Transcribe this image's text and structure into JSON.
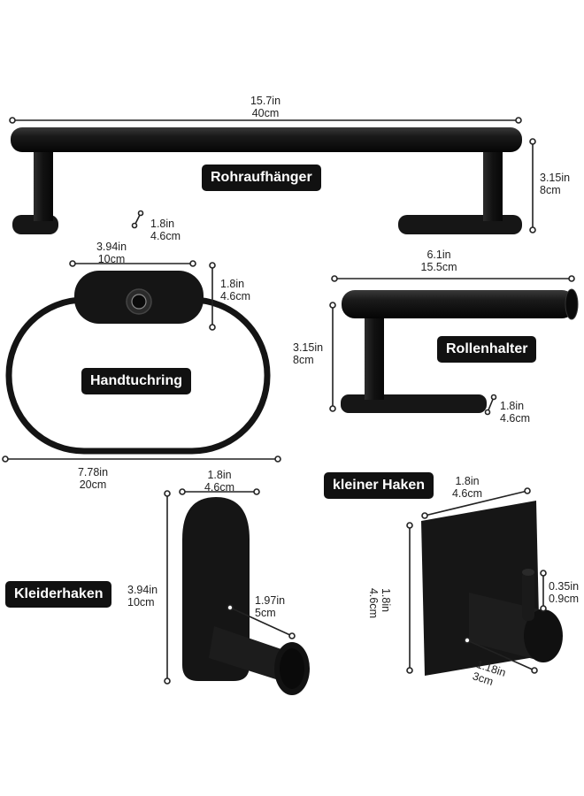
{
  "colors": {
    "product": "#111111",
    "dimension_line": "#222222",
    "label_bg": "#111111",
    "label_text": "#ffffff",
    "background": "#ffffff"
  },
  "labels": {
    "towel_bar": "Rohraufhänger",
    "paper_holder": "Rollenhalter",
    "towel_ring": "Handtuchring",
    "small_hook": "kleiner Haken",
    "robe_hook": "Kleiderhaken"
  },
  "dimensions": {
    "bar_length": {
      "in": "15.7in",
      "cm": "40cm"
    },
    "bar_height": {
      "in": "3.15in",
      "cm": "8cm"
    },
    "bar_base": {
      "in": "1.8in",
      "cm": "4.6cm"
    },
    "ring_plate_width": {
      "in": "3.94in",
      "cm": "10cm"
    },
    "ring_plate_height": {
      "in": "1.8in",
      "cm": "4.6cm"
    },
    "ring_width": {
      "in": "7.78in",
      "cm": "20cm"
    },
    "holder_length": {
      "in": "6.1in",
      "cm": "15.5cm"
    },
    "holder_height": {
      "in": "3.15in",
      "cm": "8cm"
    },
    "holder_base": {
      "in": "1.8in",
      "cm": "4.6cm"
    },
    "robe_width": {
      "in": "1.8in",
      "cm": "4.6cm"
    },
    "robe_height": {
      "in": "3.94in",
      "cm": "10cm"
    },
    "robe_depth": {
      "in": "1.97in",
      "cm": "5cm"
    },
    "small_width": {
      "in": "1.8in",
      "cm": "4.6cm"
    },
    "small_height": {
      "in": "1.8in",
      "cm": "4.6cm"
    },
    "small_tip": {
      "in": "0.35in",
      "cm": "0.9cm"
    },
    "small_depth": {
      "in": "1.18in",
      "cm": "3cm"
    }
  }
}
